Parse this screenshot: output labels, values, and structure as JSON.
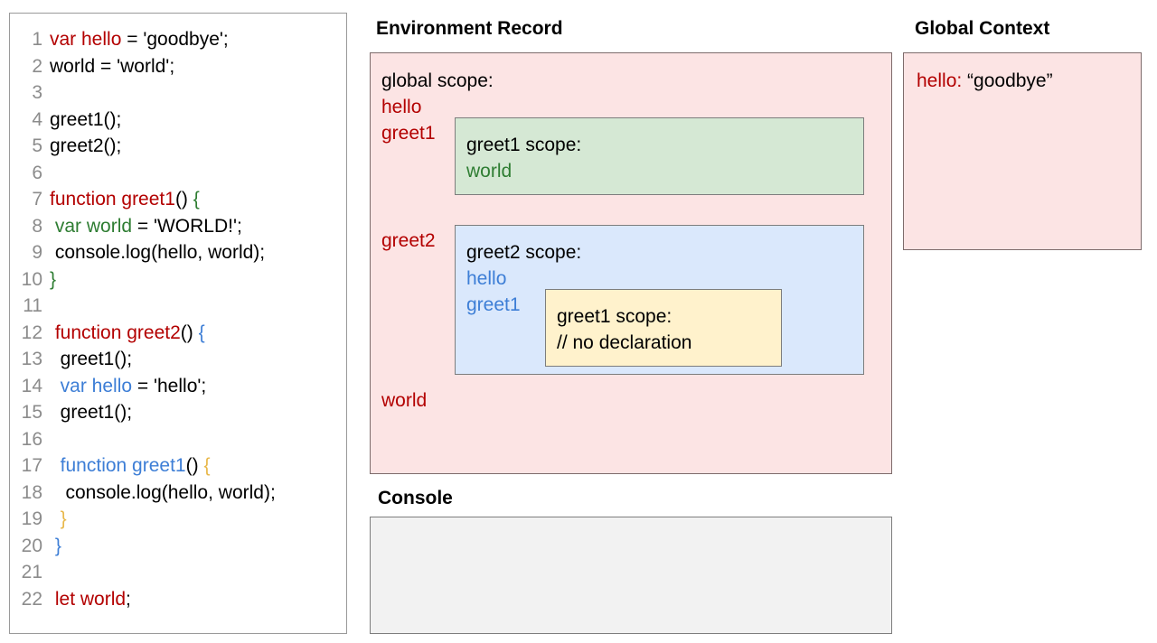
{
  "code_panel": {
    "name": "javascript-source",
    "lines": [
      {
        "n": "1",
        "tokens": [
          {
            "t": "var hello",
            "c": "red"
          },
          {
            "t": " = 'goodbye';",
            "c": "black"
          }
        ]
      },
      {
        "n": "2",
        "tokens": [
          {
            "t": "world = 'world';",
            "c": "black"
          }
        ]
      },
      {
        "n": "3",
        "tokens": [
          {
            "t": "",
            "c": "black"
          }
        ]
      },
      {
        "n": "4",
        "tokens": [
          {
            "t": "greet1();",
            "c": "black"
          }
        ]
      },
      {
        "n": "5",
        "tokens": [
          {
            "t": "greet2();",
            "c": "black"
          }
        ]
      },
      {
        "n": "6",
        "tokens": [
          {
            "t": "",
            "c": "black"
          }
        ]
      },
      {
        "n": "7",
        "tokens": [
          {
            "t": "function greet1",
            "c": "red"
          },
          {
            "t": "() ",
            "c": "black"
          },
          {
            "t": "{",
            "c": "green"
          }
        ]
      },
      {
        "n": "8",
        "tokens": [
          {
            "t": " ",
            "c": "black"
          },
          {
            "t": "var world",
            "c": "green"
          },
          {
            "t": " = 'WORLD!';",
            "c": "black"
          }
        ]
      },
      {
        "n": "9",
        "tokens": [
          {
            "t": " console.log(hello, world);",
            "c": "black"
          }
        ]
      },
      {
        "n": "10",
        "tokens": [
          {
            "t": "}",
            "c": "green"
          }
        ]
      },
      {
        "n": "11",
        "tokens": [
          {
            "t": "",
            "c": "black"
          }
        ]
      },
      {
        "n": "12",
        "tokens": [
          {
            "t": " ",
            "c": "black"
          },
          {
            "t": "function greet2",
            "c": "red"
          },
          {
            "t": "() ",
            "c": "black"
          },
          {
            "t": "{",
            "c": "blue"
          }
        ]
      },
      {
        "n": "13",
        "tokens": [
          {
            "t": "  greet1();",
            "c": "black"
          }
        ]
      },
      {
        "n": "14",
        "tokens": [
          {
            "t": "  ",
            "c": "black"
          },
          {
            "t": "var hello",
            "c": "blue"
          },
          {
            "t": " = 'hello';",
            "c": "black"
          }
        ]
      },
      {
        "n": "15",
        "tokens": [
          {
            "t": "  greet1();",
            "c": "black"
          }
        ]
      },
      {
        "n": "16",
        "tokens": [
          {
            "t": "",
            "c": "black"
          }
        ]
      },
      {
        "n": "17",
        "tokens": [
          {
            "t": "  ",
            "c": "black"
          },
          {
            "t": "function greet1",
            "c": "blue"
          },
          {
            "t": "() ",
            "c": "black"
          },
          {
            "t": "{",
            "c": "yellow"
          }
        ]
      },
      {
        "n": "18",
        "tokens": [
          {
            "t": "   console.log(hello, world);",
            "c": "black"
          }
        ]
      },
      {
        "n": "19",
        "tokens": [
          {
            "t": "  ",
            "c": "black"
          },
          {
            "t": "}",
            "c": "yellow"
          }
        ]
      },
      {
        "n": "20",
        "tokens": [
          {
            "t": " ",
            "c": "black"
          },
          {
            "t": "}",
            "c": "blue"
          }
        ]
      },
      {
        "n": "21",
        "tokens": [
          {
            "t": "",
            "c": "black"
          }
        ]
      },
      {
        "n": "22",
        "tokens": [
          {
            "t": " ",
            "c": "black"
          },
          {
            "t": "let world",
            "c": "red"
          },
          {
            "t": ";",
            "c": "black"
          }
        ]
      }
    ]
  },
  "environment_record": {
    "title": "Environment Record",
    "global_scope_heading": "global scope:",
    "global_bindings": [
      {
        "name": "hello",
        "color": "red"
      },
      {
        "name": "greet1",
        "color": "red"
      },
      {
        "name": "greet2",
        "color": "red"
      },
      {
        "name": "world",
        "color": "red"
      }
    ],
    "greet1_scope": {
      "heading": "greet1 scope:",
      "bindings": [
        {
          "name": "world",
          "color": "green"
        }
      ]
    },
    "greet2_scope": {
      "heading": "greet2 scope:",
      "bindings": [
        {
          "name": "hello",
          "color": "blue"
        },
        {
          "name": "greet1",
          "color": "blue"
        }
      ],
      "nested_greet1_scope": {
        "heading": "greet1 scope:",
        "note": "// no declaration"
      }
    }
  },
  "global_context": {
    "title": "Global Context",
    "entries": [
      {
        "key": "hello:",
        "value": "“goodbye”"
      }
    ]
  },
  "console": {
    "title": "Console",
    "output": ""
  },
  "colors": {
    "pink_fill": "#fce4e4",
    "green_fill": "#d5e8d4",
    "blue_fill": "#dae8fc",
    "yellow_fill": "#fff2cc",
    "console_fill": "#f2f2f2",
    "token_red": "#b30000",
    "token_green": "#2e7d32",
    "token_blue": "#3d7ed6",
    "token_yellow": "#e8b84b",
    "line_number_gray": "#8c8c8c",
    "border_gray": "#7d7d7d"
  }
}
